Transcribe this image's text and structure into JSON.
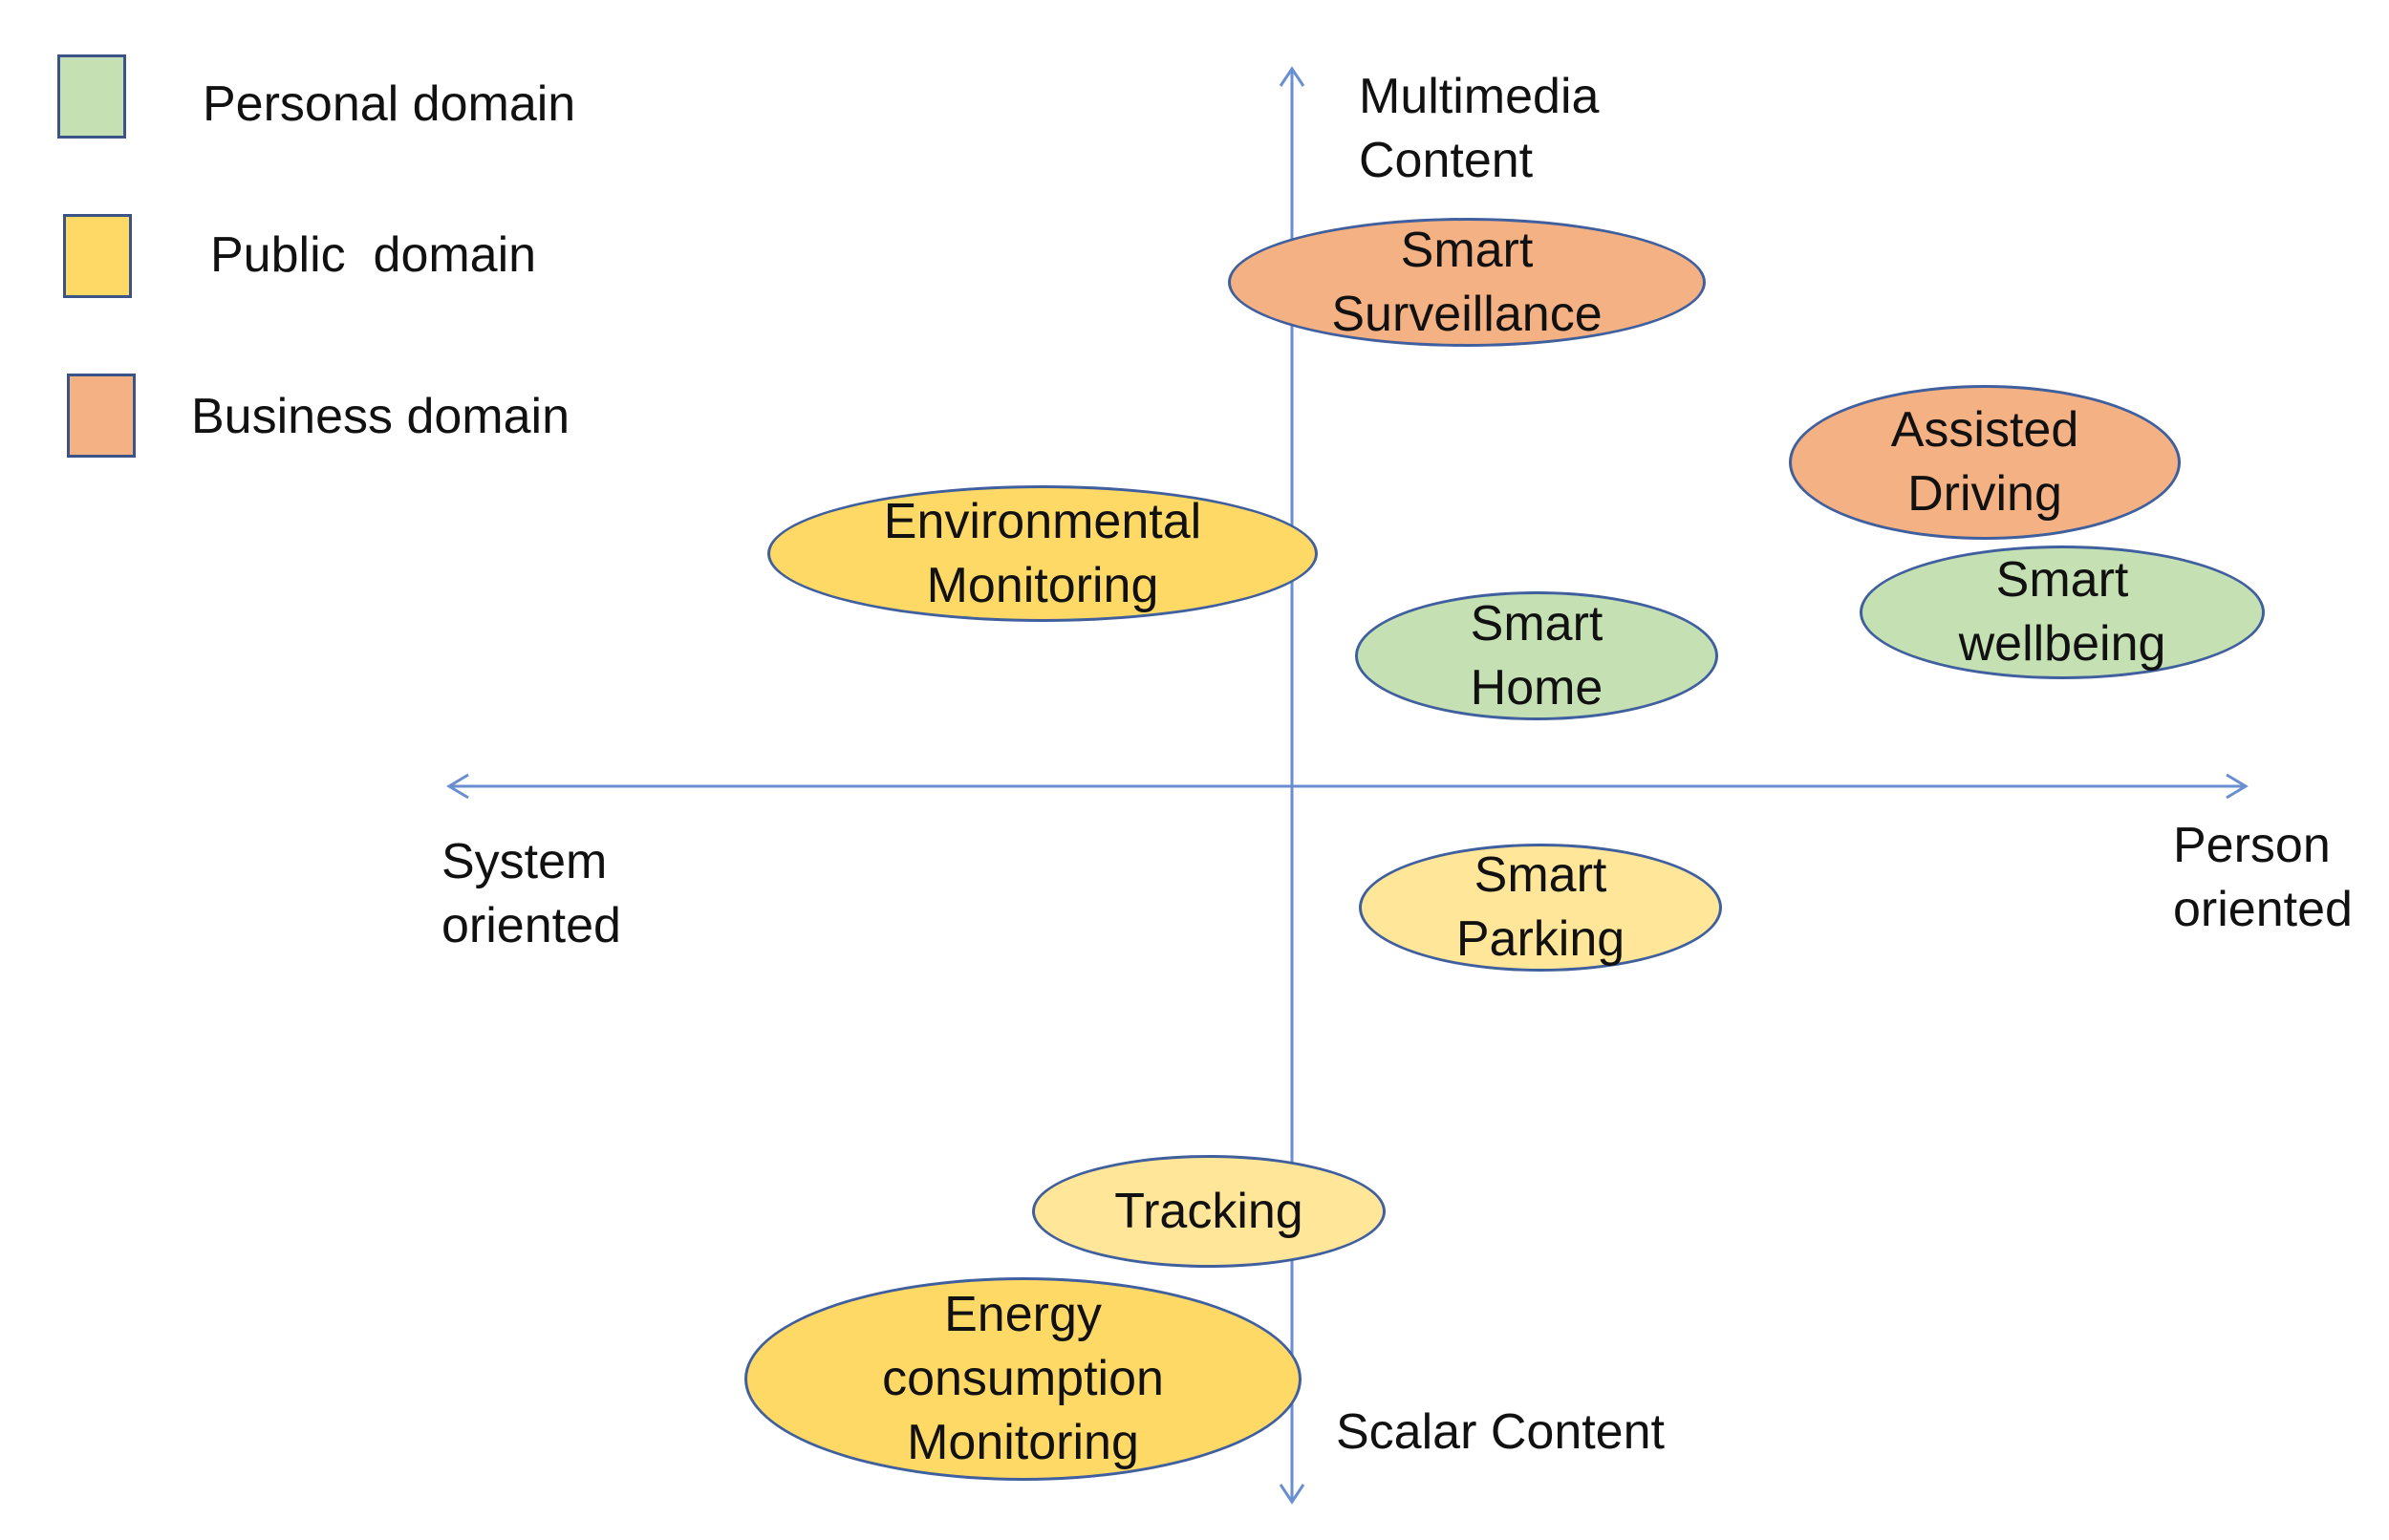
{
  "legend": {
    "items": [
      {
        "label": "Personal domain",
        "color": "#c5e0b3"
      },
      {
        "label": "Public  domain",
        "color": "#ffd966"
      },
      {
        "label": "Business domain",
        "color": "#f4b183"
      }
    ]
  },
  "axes": {
    "y_top_label": "Multimedia\nContent",
    "y_bottom_label": "Scalar Content",
    "x_left_label": "System\noriented",
    "x_right_label": "Person\noriented",
    "axis_color": "#6a8fd0"
  },
  "applications": [
    {
      "label": "Smart\nSurveillance",
      "domain": "Business domain",
      "fill": "#f4b183"
    },
    {
      "label": "Assisted\nDriving",
      "domain": "Business domain",
      "fill": "#f4b183"
    },
    {
      "label": "Environmental\nMonitoring",
      "domain": "Public  domain",
      "fill": "#ffd966"
    },
    {
      "label": "Smart\nwellbeing",
      "domain": "Personal domain",
      "fill": "#c5e0b3"
    },
    {
      "label": "Smart\nHome",
      "domain": "Personal domain",
      "fill": "#c5e0b3"
    },
    {
      "label": "Smart\nParking",
      "domain": "Public  domain",
      "fill": "#ffe699"
    },
    {
      "label": "Tracking",
      "domain": "Public  domain",
      "fill": "#ffe699"
    },
    {
      "label": "Energy\nconsumption\nMonitoring",
      "domain": "Public  domain",
      "fill": "#ffd966"
    }
  ]
}
